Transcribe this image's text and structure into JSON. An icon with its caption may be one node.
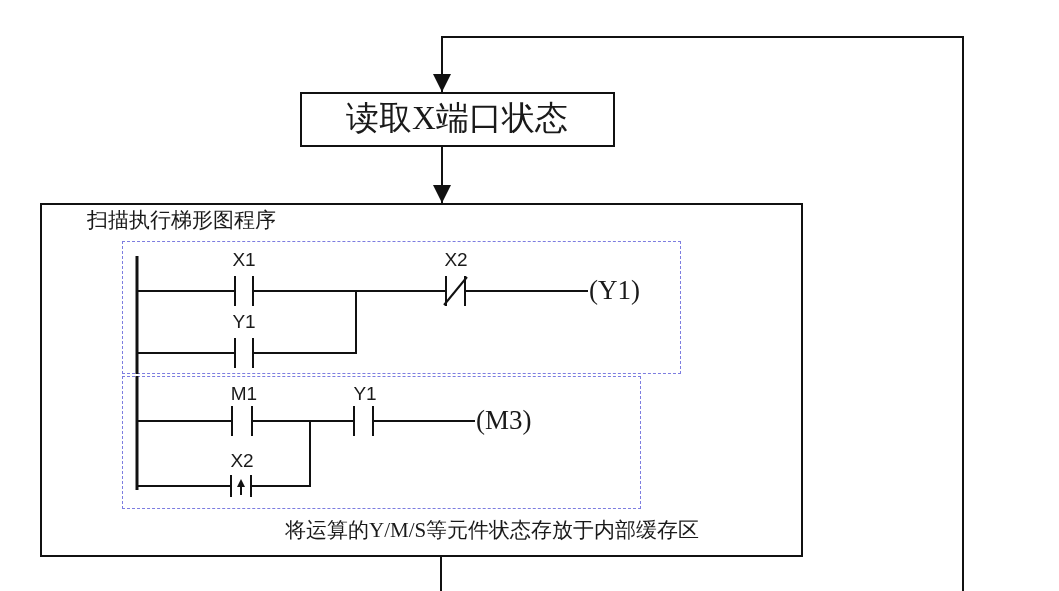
{
  "diagram": {
    "nodes": [
      {
        "text": [
          "读取X端口状态"
        ]
      },
      {
        "text": [
          "扫描执行梯形图程序",
          "将运算的Y/M/S等元件状态存放于内部缓存区"
        ]
      },
      {
        "text": [
          "X1",
          "X2",
          "(Y1)",
          "Y1"
        ],
        "in": 1
      },
      {
        "text": [
          "M1",
          "Y1",
          "(M3)",
          "X2"
        ],
        "in": 1
      }
    ],
    "edges": [
      {
        "from": null,
        "to": 0,
        "arrow": "to"
      },
      {
        "from": 0,
        "to": 1,
        "arrow": "to"
      },
      {
        "from": 1,
        "to": null,
        "arrow": "none"
      }
    ]
  }
}
